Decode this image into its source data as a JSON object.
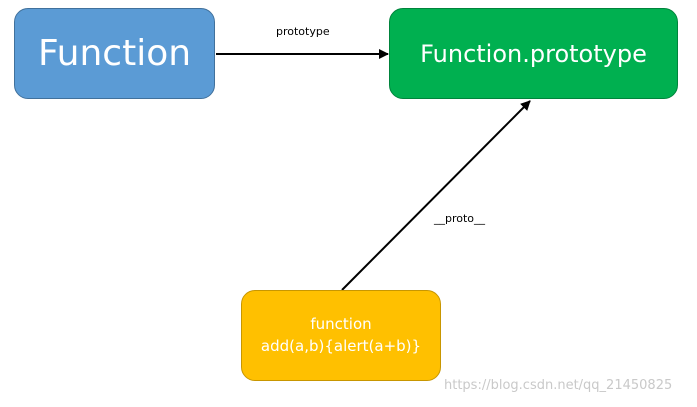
{
  "nodes": {
    "function": "Function",
    "function_prototype": "Function.prototype",
    "add_line1": "function",
    "add_line2": "add(a,b){alert(a+b)}"
  },
  "edges": {
    "prototype_label": "prototype",
    "proto_label": "__proto__"
  },
  "watermark": "https://blog.csdn.net/qq_21450825",
  "colors": {
    "function_node": "#5b9bd5",
    "function_prototype_node": "#00b050",
    "add_node": "#ffc000",
    "arrows": "#000000"
  }
}
